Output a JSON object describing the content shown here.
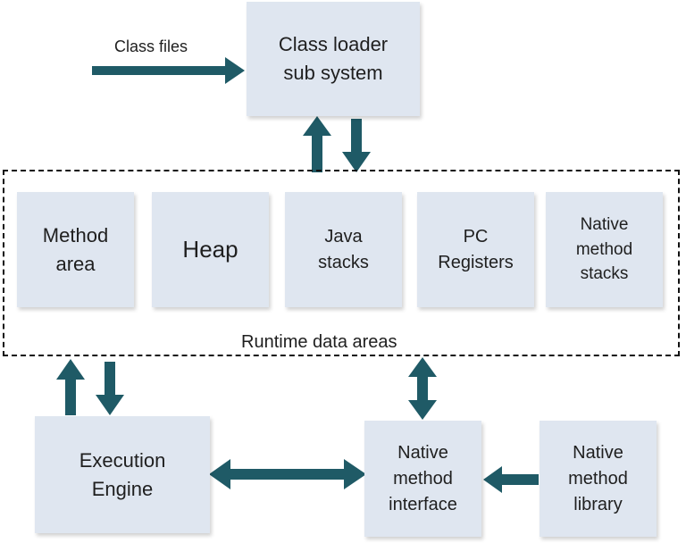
{
  "diagram": {
    "class_files_label": "Class files",
    "class_loader": "Class loader\nsub system",
    "runtime_areas_label": "Runtime data areas",
    "runtime_boxes": [
      {
        "label": "Method\narea"
      },
      {
        "label": "Heap"
      },
      {
        "label": "Java\nstacks"
      },
      {
        "label": "PC\nRegisters"
      },
      {
        "label": "Native\nmethod\nstacks"
      }
    ],
    "execution_engine": "Execution\nEngine",
    "native_method_interface": "Native\nmethod\ninterface",
    "native_method_library": "Native\nmethod\nlibrary",
    "colors": {
      "box_fill": "#dfe6f0",
      "arrow": "#1f5a66",
      "border": "#111111"
    }
  }
}
